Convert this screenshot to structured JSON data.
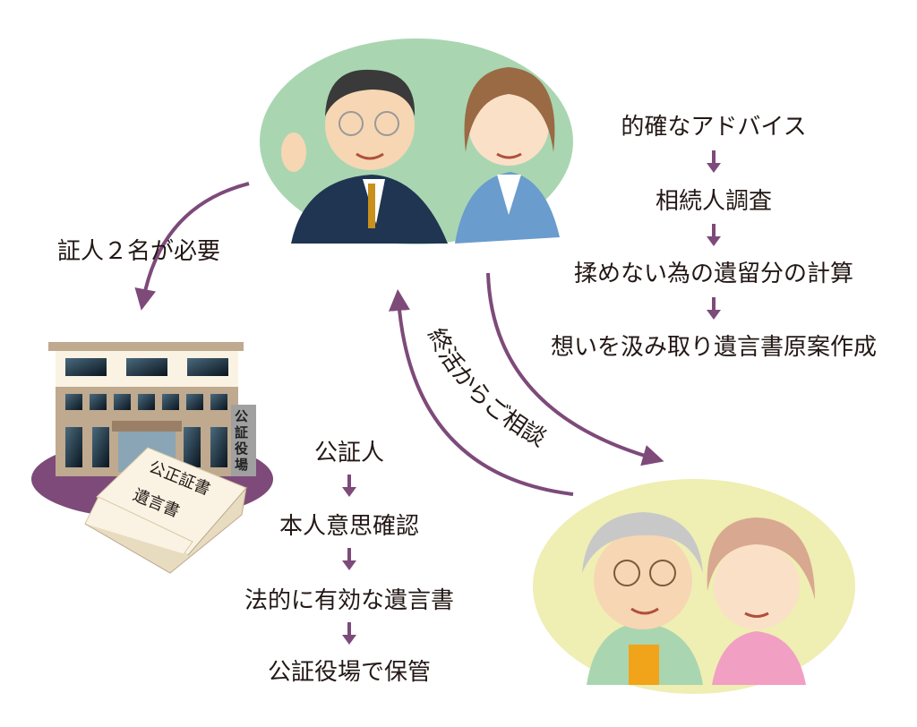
{
  "colors": {
    "arrow": "#7d4a7a",
    "lawyer_bg": "#a9d6b1",
    "client_bg": "#efeeb3"
  },
  "witness_note": "証人２名が必要",
  "consult_label": "終活からご相談",
  "lawyer_steps": [
    "的確なアドバイス",
    "相続人調査",
    "揉めない為の遺留分の計算",
    "想いを汲み取り遺言書原案作成"
  ],
  "notary_steps": [
    "公証人",
    "本人意思確認",
    "法的に有効な遺言書",
    "公証役場で保管"
  ],
  "building_sign": "公証役場",
  "document": {
    "line1": "公正証書",
    "line2": "遺言書"
  }
}
